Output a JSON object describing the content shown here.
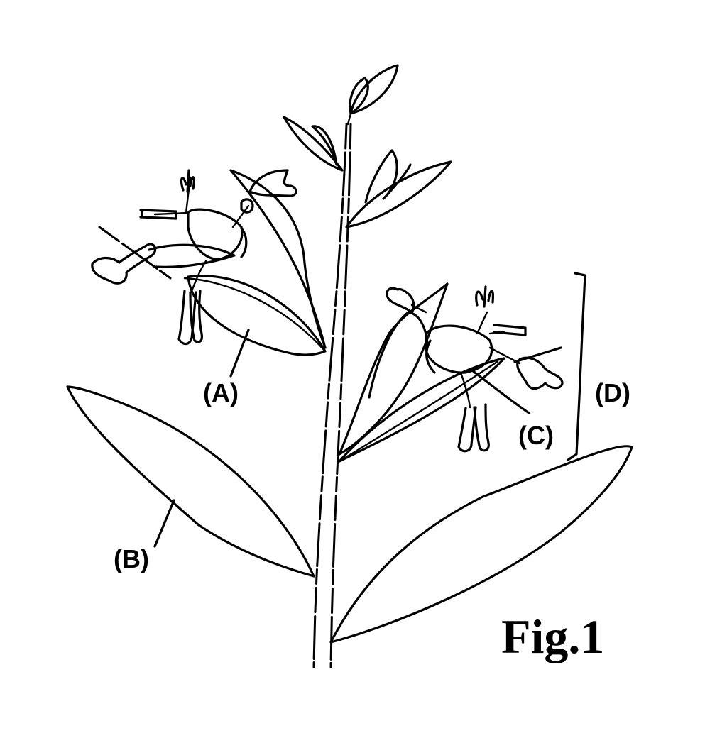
{
  "figure": {
    "title": "Fig.1",
    "labels": {
      "a": "(A)",
      "b": "(B)",
      "c": "(C)",
      "d": "(D)"
    },
    "colors": {
      "ink": "#000000",
      "background": "#ffffff"
    }
  }
}
